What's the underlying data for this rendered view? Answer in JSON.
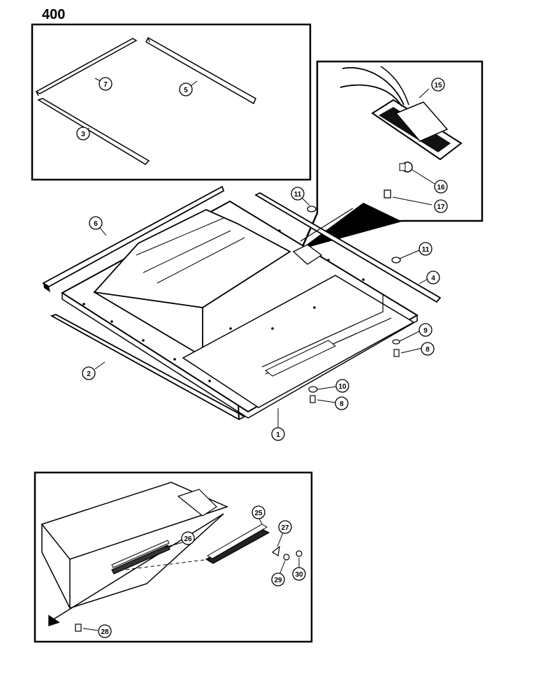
{
  "page": {
    "number": "400"
  },
  "callouts": {
    "c1": "1",
    "c2": "2",
    "c3": "3",
    "c4": "4",
    "c5": "5",
    "c6": "6",
    "c7": "7",
    "c8a": "8",
    "c8b": "8",
    "c9": "9",
    "c10": "10",
    "c11a": "11",
    "c11b": "11",
    "c15": "15",
    "c16": "16",
    "c17": "17",
    "c25": "25",
    "c26": "26",
    "c27": "27",
    "c28": "28",
    "c29": "29",
    "c30": "30"
  }
}
